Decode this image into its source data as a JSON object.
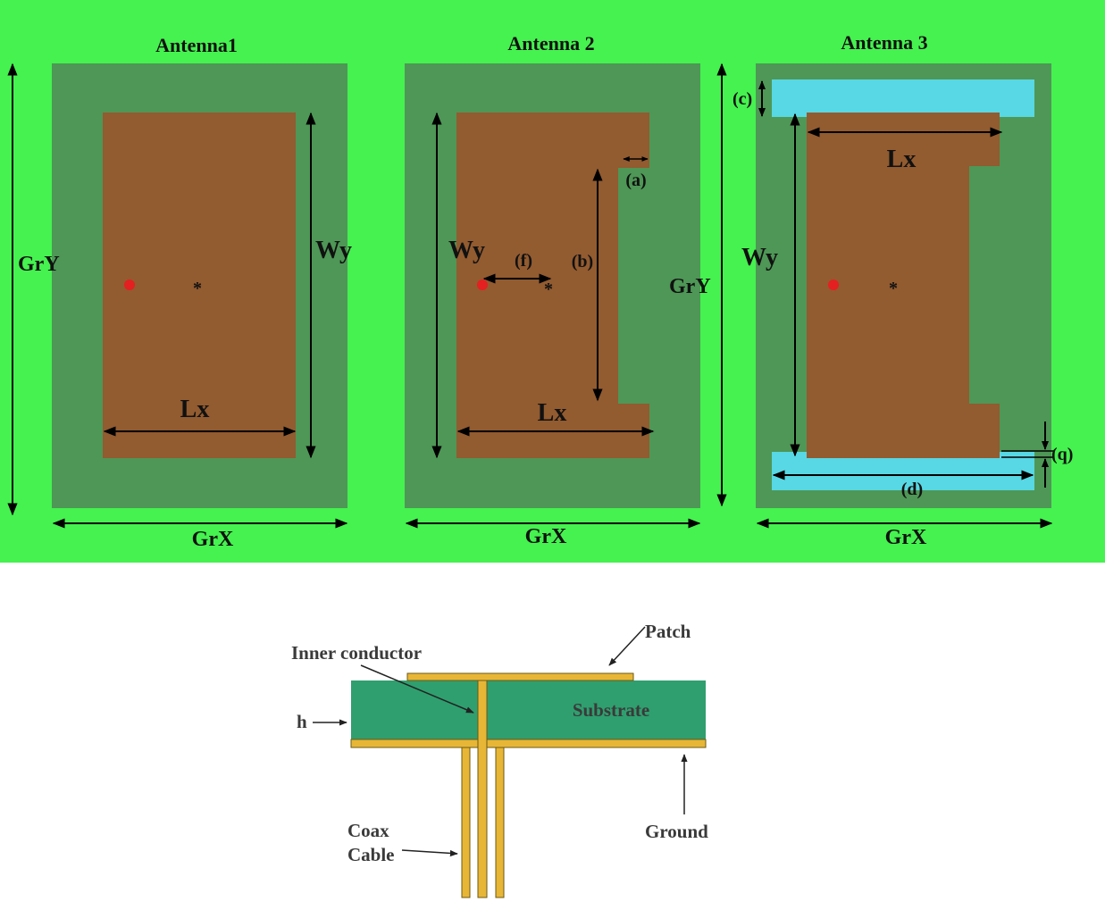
{
  "colors": {
    "background": "#45f24f",
    "ground_plane": "#4e9756",
    "patch": "#925b30",
    "parasitic_strip": "#57d8e4",
    "feed_point": "#e42020",
    "substrate": "#2f9f6f",
    "conductor": "#e8b636"
  },
  "antennas": [
    {
      "title": "Antenna1",
      "length_label": "Lx",
      "width_label": "Wy",
      "ground_y_label": "GrY",
      "ground_x_label": "GrX",
      "center_mark": "*"
    },
    {
      "title": "Antenna 2",
      "length_label": "Lx",
      "width_label": "Wy",
      "ground_y_label": "GrY",
      "ground_x_label": "GrX",
      "slot_width_label": "(a)",
      "slot_length_label": "(b)",
      "feed_offset_label": "(f)",
      "center_mark": "*"
    },
    {
      "title": "Antenna 3",
      "length_label": "Lx",
      "width_label": "Wy",
      "ground_x_label": "GrX",
      "strip_width_label": "(c)",
      "strip_length_label": "(d)",
      "strip_gap_label": "(q)",
      "center_mark": "*"
    }
  ],
  "cross_section": {
    "patch": "Patch",
    "inner_conductor": "Inner conductor",
    "substrate": "Substrate",
    "height": "h",
    "ground": "Ground",
    "coax_line1": "Coax",
    "coax_line2": "Cable"
  }
}
